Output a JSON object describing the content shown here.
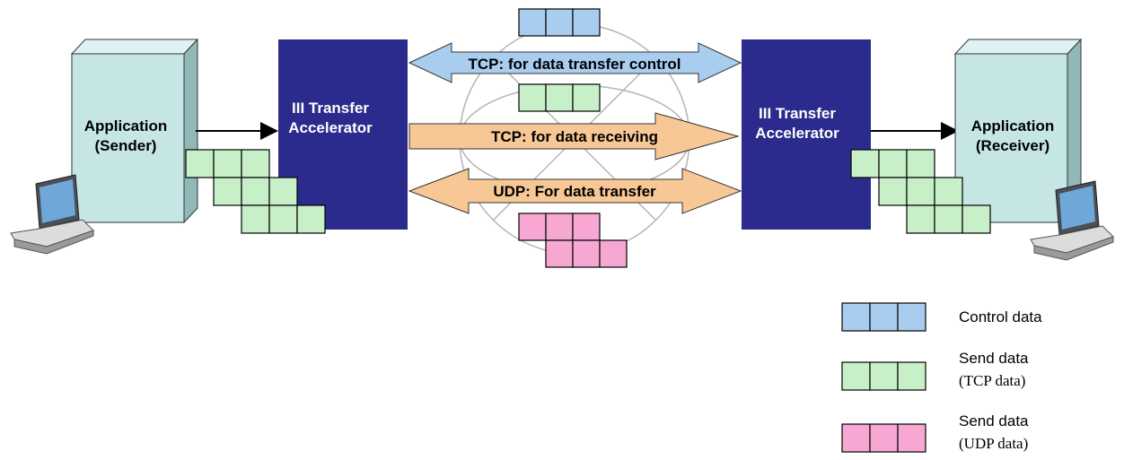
{
  "sender": {
    "line1": "Application",
    "line2": "(Sender)"
  },
  "receiver": {
    "line1": "Application",
    "line2": "(Receiver)"
  },
  "accelerator_left": {
    "line1": "III Transfer",
    "line2": "Accelerator"
  },
  "accelerator_right": {
    "line1": "III Transfer",
    "line2": "Accelerator"
  },
  "channels": {
    "control": "TCP: for data transfer control",
    "receiving": "TCP: for data receiving",
    "transfer": "UDP: For data transfer"
  },
  "legend": {
    "control": "Control data",
    "tcp_line1": "Send data",
    "tcp_line2": "(TCP data)",
    "udp_line1": "Send data",
    "udp_line2": "(UDP data)"
  },
  "colors": {
    "app_front": "#c6e6e6",
    "app_side": "#8fb9b9",
    "app_top": "#dff2f2",
    "accelerator": "#2b2b8e",
    "accelerator_text": "#ffffff",
    "arrow_blue": "#a9cdef",
    "arrow_orange": "#f7c896",
    "control_block": "#a9cdef",
    "tcp_block": "#c7f0c9",
    "udp_block": "#f6a8d2"
  },
  "icons": {
    "laptop_left": "laptop-icon",
    "laptop_right": "laptop-icon"
  }
}
